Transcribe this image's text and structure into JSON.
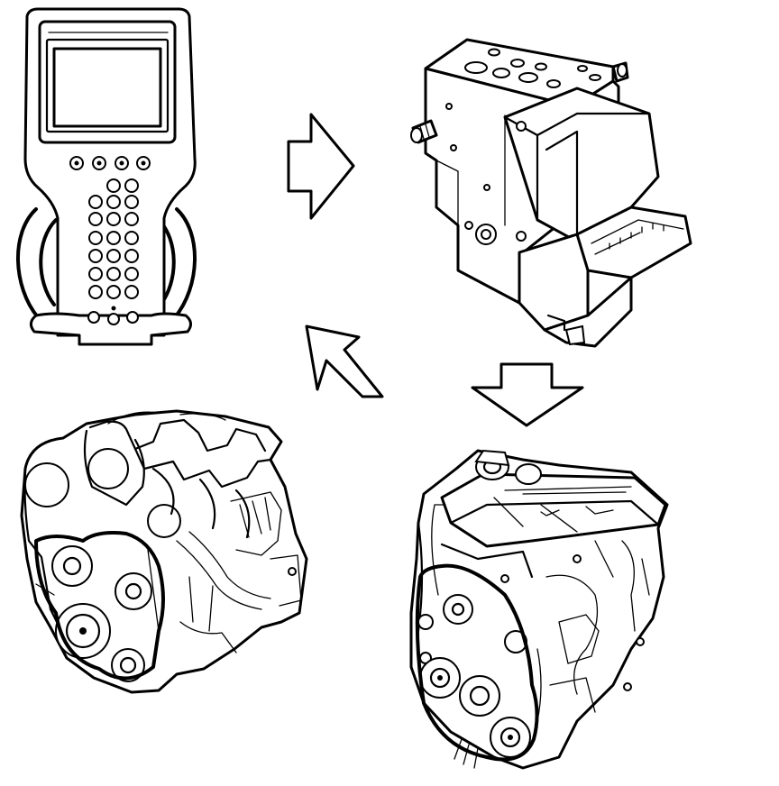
{
  "diagram": {
    "nodes": [
      {
        "id": "scan-tool",
        "icon": "handheld-scan-tool-icon"
      },
      {
        "id": "abs-module",
        "icon": "abs-hydraulic-module-icon"
      },
      {
        "id": "v6-engine",
        "icon": "v6-engine-icon"
      },
      {
        "id": "inline-engine",
        "icon": "inline-4-engine-icon"
      }
    ],
    "arrows": [
      {
        "from": "scan-tool",
        "to": "abs-module",
        "direction": "right",
        "icon": "right-arrow-icon"
      },
      {
        "from": "abs-module",
        "to": "inline-engine",
        "direction": "down",
        "icon": "down-arrow-icon"
      },
      {
        "from": "abs-module",
        "to": "v6-engine",
        "direction": "up-left",
        "icon": "diagonal-arrow-icon"
      }
    ],
    "colors": {
      "line": "#000000",
      "background": "#ffffff"
    }
  }
}
